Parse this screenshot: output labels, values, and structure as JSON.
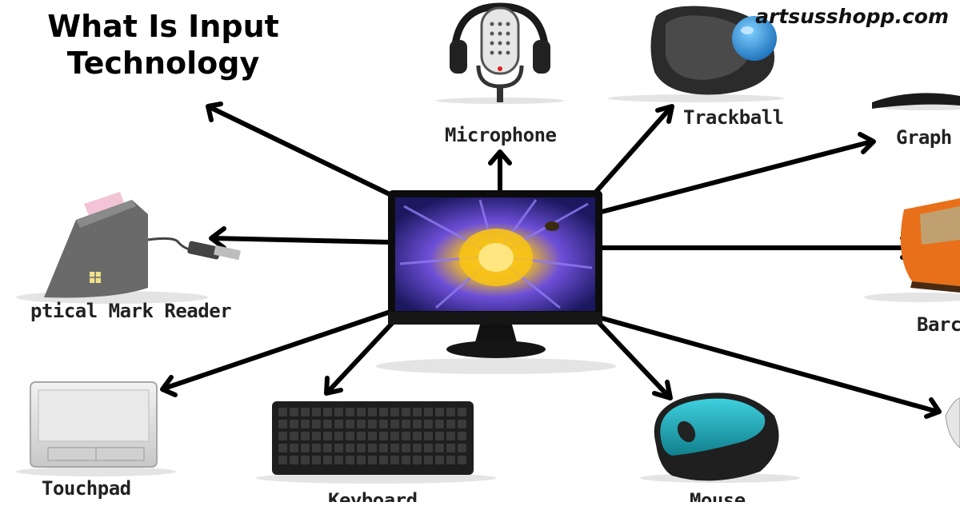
{
  "header": {
    "title_line1": "What Is Input",
    "title_line2": "Technology",
    "site": "artsusshopp.com"
  },
  "devices": {
    "microphone": "Microphone",
    "trackball": "Trackball",
    "graphics_tablet": "Graph",
    "barcode_reader": "Barc",
    "optical_mark_reader": "ptical Mark Reader",
    "touchpad": "Touchpad",
    "keyboard": "Keyboard",
    "mouse": "Mouse"
  },
  "colors": {
    "arrow": "#000000",
    "mouse_teal": "#1aa8b8",
    "trackball_blue": "#1f8fd8",
    "flower_yellow": "#f6c21a",
    "flower_purple": "#6d4fd8",
    "barcode_orange": "#e8701a"
  }
}
